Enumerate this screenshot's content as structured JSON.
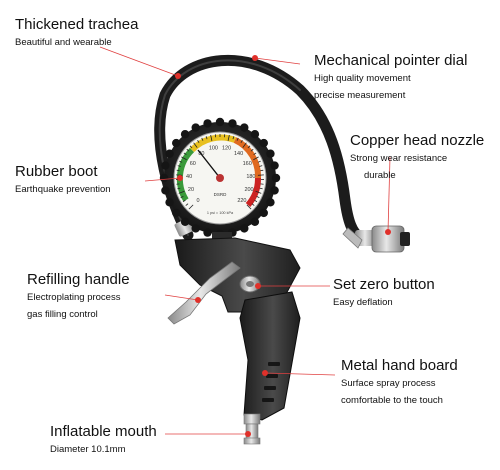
{
  "callouts": [
    {
      "title": "Thickened trachea",
      "lines": [
        "Beautiful and wearable"
      ]
    },
    {
      "title": "Mechanical pointer dial",
      "lines": [
        "High quality movement",
        "precise measurement"
      ]
    },
    {
      "title": "Copper head nozzle",
      "lines": [
        "Strong wear resistance",
        "durable"
      ]
    },
    {
      "title": "Rubber boot",
      "lines": [
        "Earthquake prevention"
      ]
    },
    {
      "title": "Refilling handle",
      "lines": [
        "Electroplating process",
        "gas filling control"
      ]
    },
    {
      "title": "Set zero button",
      "lines": [
        "Easy deflation"
      ]
    },
    {
      "title": "Metal hand board",
      "lines": [
        "Surface spray process",
        "comfortable to the touch"
      ]
    },
    {
      "title": "Inflatable mouth",
      "lines": [
        "Diameter 10.1mm"
      ]
    }
  ],
  "gauge": {
    "scale": [
      "0",
      "20",
      "40",
      "60",
      "80",
      "100",
      "120",
      "140",
      "160",
      "180",
      "200",
      "220"
    ],
    "brand": "DSRD",
    "unit_note": "1 psi = 100 kPa"
  },
  "colors": {
    "callout_line": "#e04040",
    "callout_dot": "#e0302a",
    "hose": "#1c1c1c",
    "body": "#2a2a2a"
  }
}
